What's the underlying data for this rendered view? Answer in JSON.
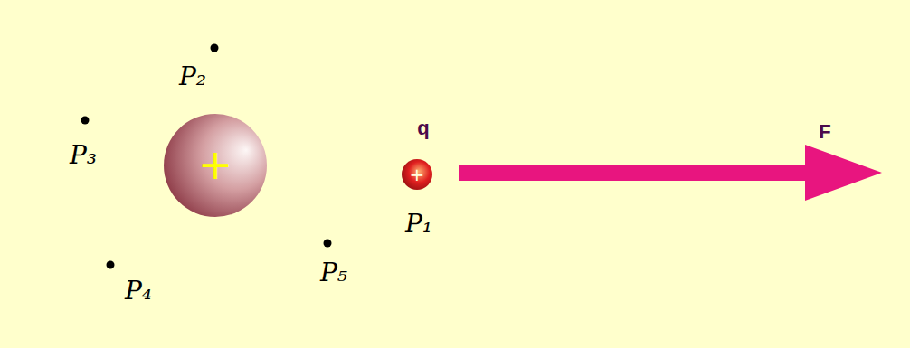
{
  "diagram": {
    "nodes": [
      {
        "text": [
          "+"
        ]
      },
      {
        "text": [
          "+"
        ]
      }
    ],
    "labels": [
      "P₂",
      "P₃",
      "q",
      "F",
      "P₁",
      "P₄",
      "P₅"
    ]
  }
}
